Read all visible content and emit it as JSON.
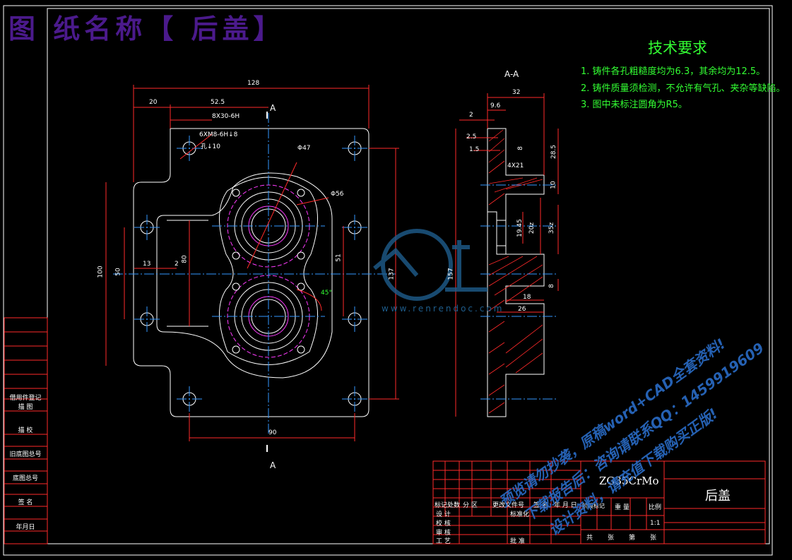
{
  "title": "图 纸名称【 后盖】",
  "requirements": {
    "heading": "技术要求",
    "items": [
      "1. 铸件各孔粗糙度均为6.3，其余均为12.5。",
      "2. 铸件质量须检测，不允许有气孔、夹杂等缺陷。",
      "3. 图中未标注圆角为R5。"
    ]
  },
  "section_label": "A-A",
  "section_marks": [
    "A",
    "A"
  ],
  "front_dims": [
    "128",
    "52.5",
    "20",
    "8X30-6H",
    "6XM8-6H↓8",
    "孔↓10",
    "Φ47",
    "Φ56",
    "13",
    "2",
    "80",
    "100",
    "50",
    "51",
    "137",
    "45°",
    "90"
  ],
  "side_dims": [
    "32",
    "9.6",
    "2",
    "2.5",
    "1.5",
    "8",
    "4X21",
    "28.5",
    "10",
    "19.45",
    "20z",
    "35z",
    "157",
    "18",
    "26",
    "8"
  ],
  "side_table": [
    "借用件登记",
    "描 图",
    "描 校",
    "旧底图总号",
    "底图总号",
    "签 名",
    "年月日"
  ],
  "title_block": {
    "material": "ZG35CrMo",
    "part_name": "后盖",
    "headers": [
      "标记",
      "处数",
      "分 区",
      "更改文件号",
      "签 名",
      "年 月 日"
    ],
    "roles": [
      "设 计",
      "校 核",
      "审 核",
      "工 艺"
    ],
    "labels": [
      "标准化",
      "批 准"
    ],
    "stage_headers": [
      "阶段标记",
      "重 量",
      "比例"
    ],
    "scale": "1:1",
    "sheet": [
      "共",
      "张",
      "第",
      "张"
    ]
  },
  "watermark": {
    "site": "www.renrendoc.com",
    "lines": [
      "预览请勿抄袭，原稿word+CAD全套资料!",
      "下载报告后：咨询请联系QQ：1459919609",
      "设计资料，请充值下载购买正版!"
    ]
  }
}
